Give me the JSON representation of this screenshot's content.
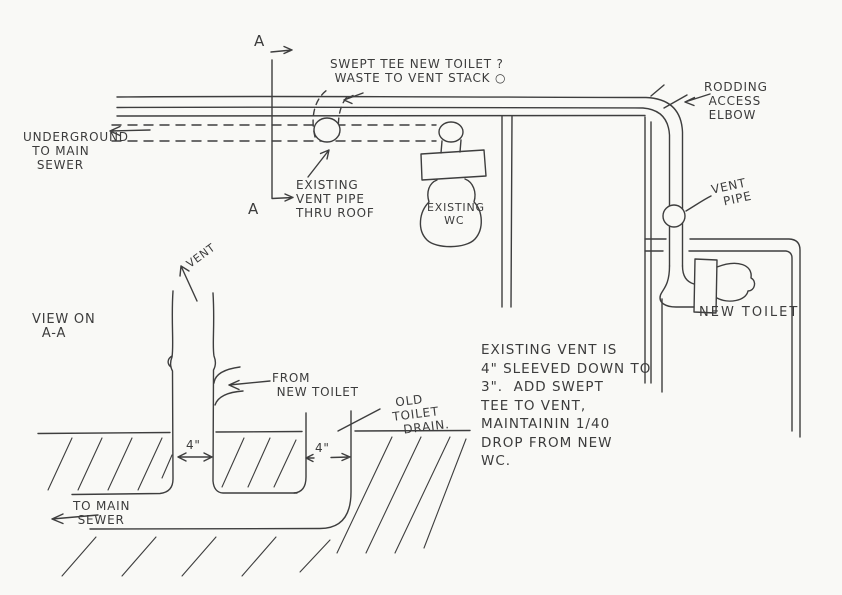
{
  "meta": {
    "title": "Hand-drawn plumbing sketch: toilet waste and vent layout"
  },
  "colors": {
    "paper": "#f9f9f6",
    "ink": "#3c3c3c"
  },
  "plan": {
    "section_marker_top": "A",
    "section_marker_bottom": "A",
    "swept_tee_note": "SWEPT TEE NEW TOILET ?\n WASTE TO VENT STACK ○",
    "underground_note": "UNDERGROUND\n  TO MAIN\n   SEWER",
    "existing_vent_note": "EXISTING\nVENT PIPE\nTHRU ROOF",
    "rodding_note": "RODDING\n ACCESS\n ELBOW",
    "existing_wc_label": "EXISTING\n    WC",
    "vent_pipe_label": "VENT\n  PIPE",
    "new_toilet_label": "NEW TOILET"
  },
  "section": {
    "view_label": "VIEW ON\n  A-A",
    "vent_label": "VENT",
    "from_new_toilet_label": "FROM\n NEW TOILET",
    "old_drain_label": " OLD\nTOILET\n  DRAIN.",
    "dim_left": "4\"",
    "dim_right": "4\"",
    "to_main_sewer_label": "TO MAIN\n SEWER"
  },
  "note": {
    "text": "EXISTING VENT IS\n4\" SLEEVED DOWN TO\n3\".  ADD SWEPT\nTEE TO VENT,\nMAINTAININ 1/40\nDROP FROM NEW\nWC."
  }
}
